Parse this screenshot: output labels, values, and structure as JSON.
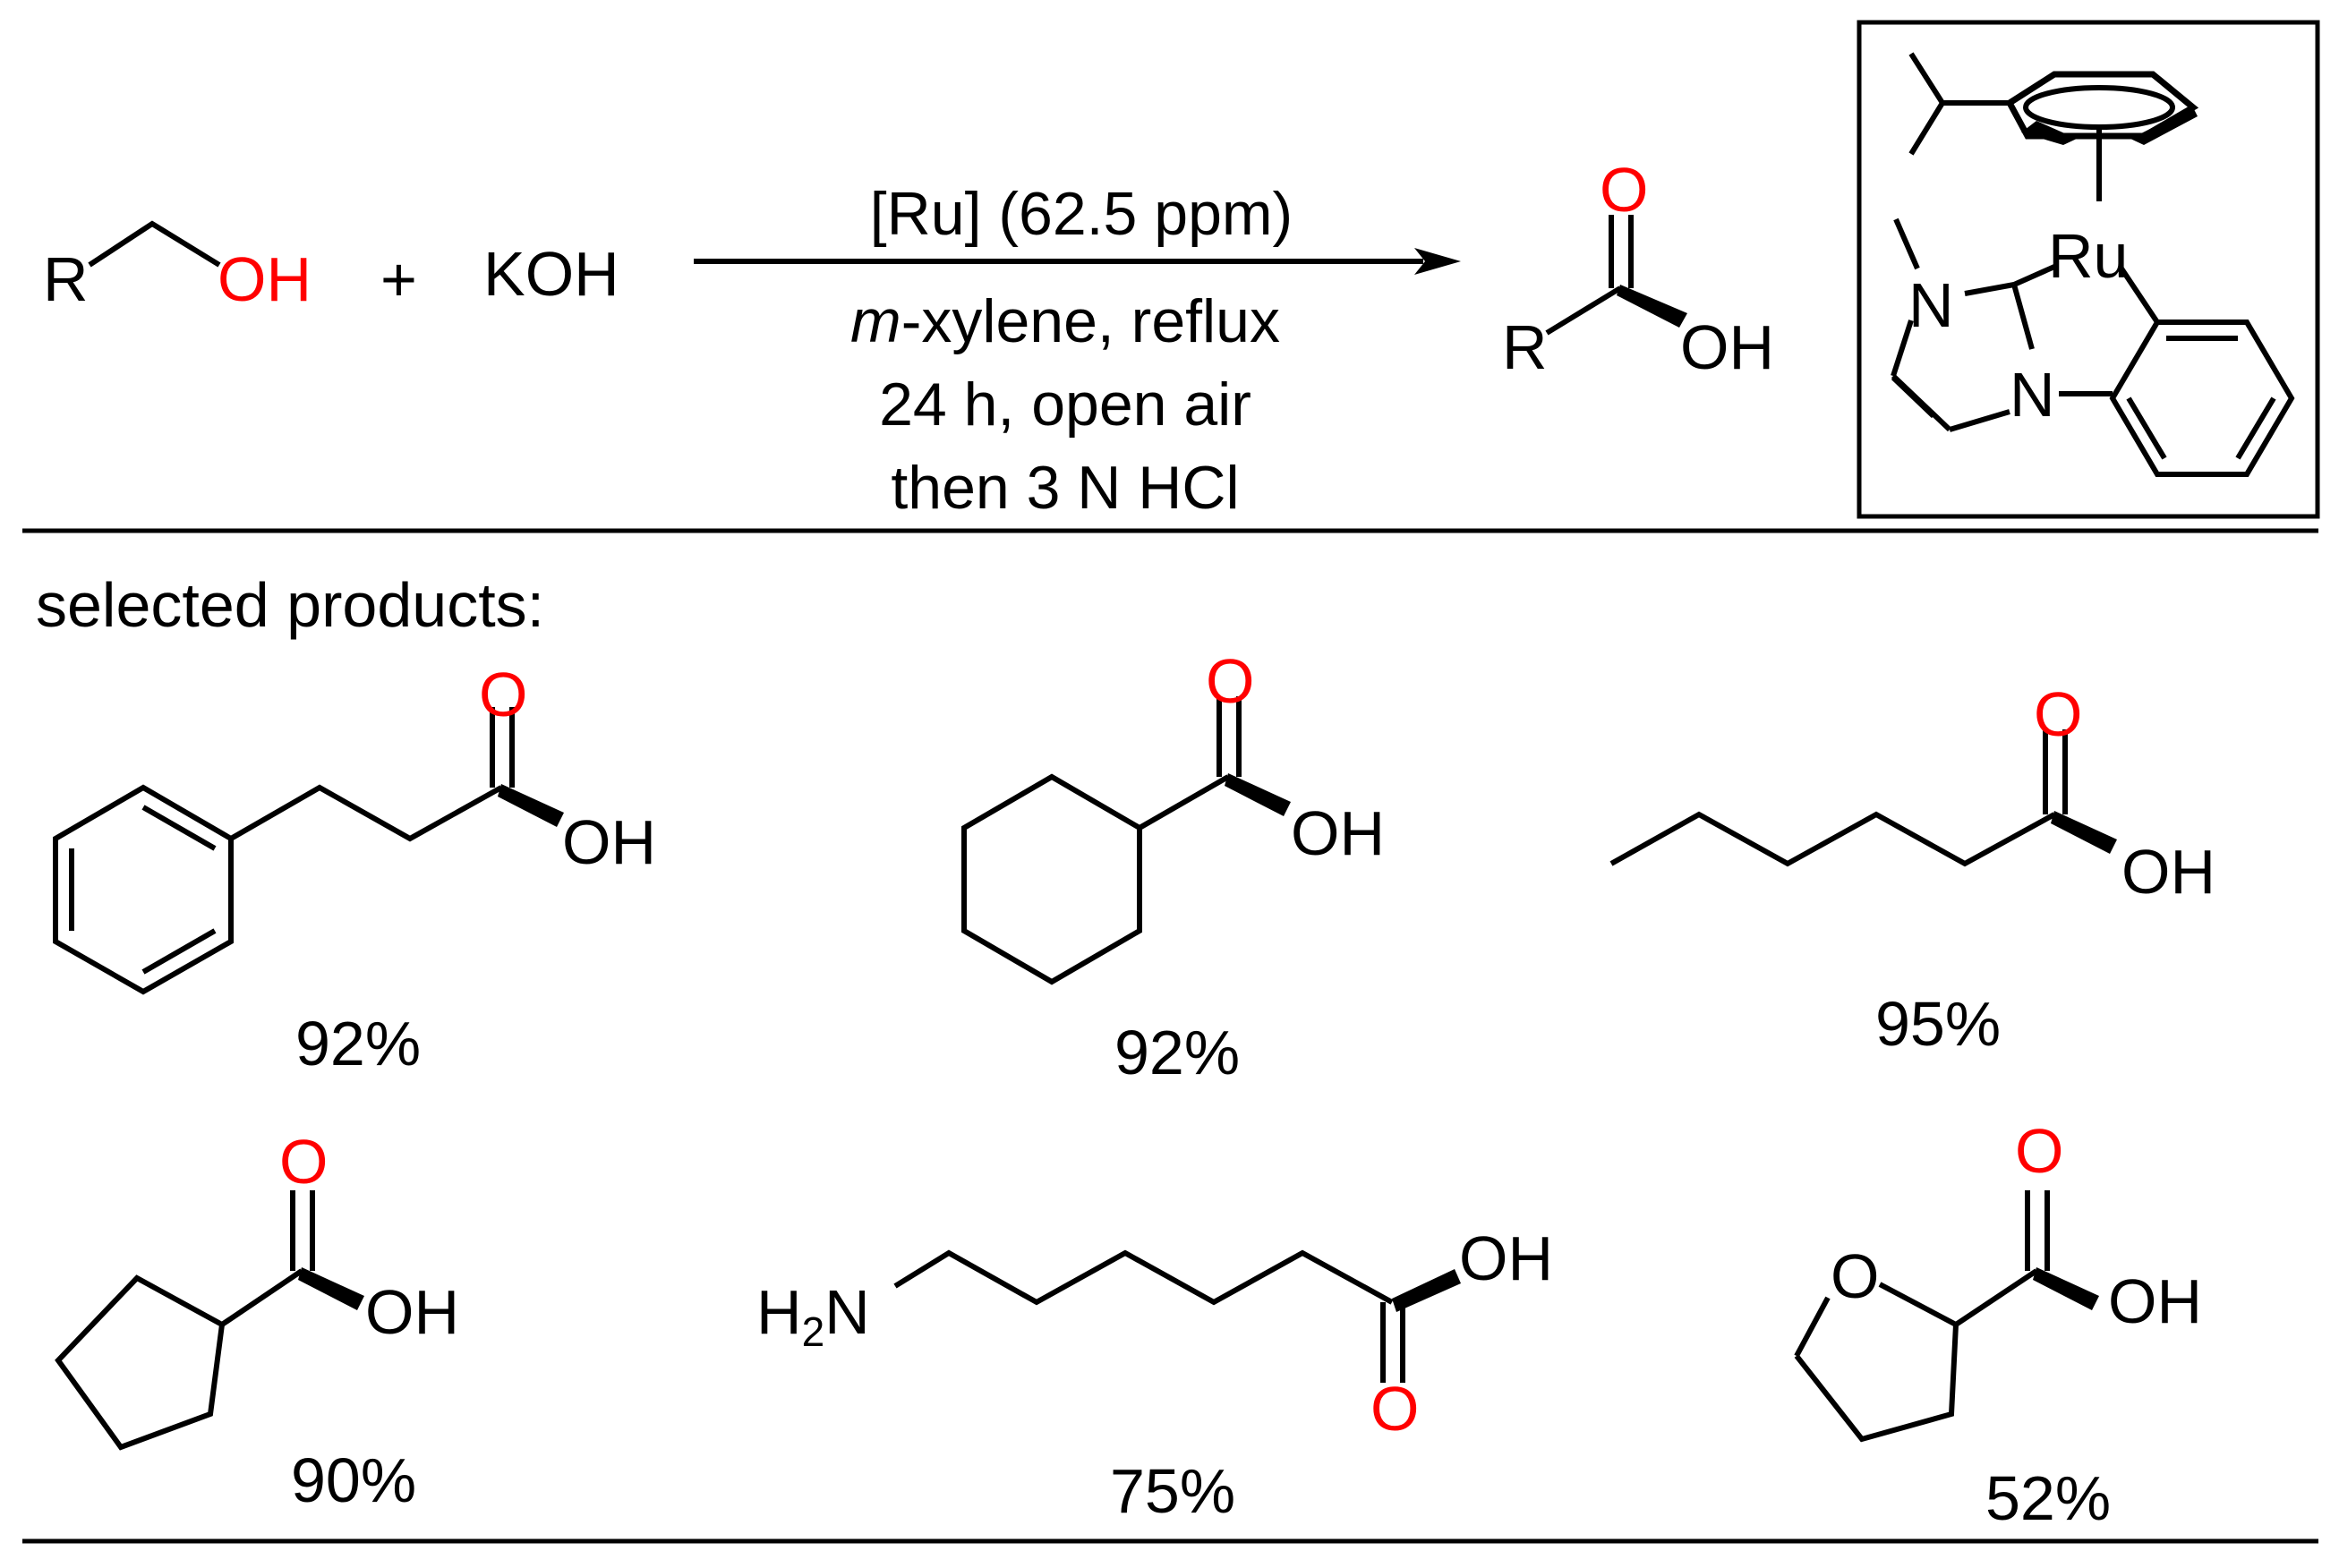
{
  "colors": {
    "heteroatom_red": "#ff0000",
    "ink": "#000000",
    "background": "#ffffff"
  },
  "reaction": {
    "reactant_r": "R",
    "reactant_oh": "OH",
    "plus": "+",
    "base": "KOH",
    "cond_catalyst": "[Ru] (62.5 ppm)",
    "cond_solvent_italic": "m",
    "cond_solvent_rest": "-xylene, reflux",
    "cond_time": "24 h, open air",
    "cond_workup": "then 3 N HCl",
    "product_r": "R",
    "product_o": "O",
    "product_oh": "OH"
  },
  "catalyst": {
    "metal": "Ru",
    "n1": "N",
    "n2": "N"
  },
  "section_title": "selected products:",
  "products": [
    {
      "o": "O",
      "oh": "OH",
      "yield": "92%"
    },
    {
      "o": "O",
      "oh": "OH",
      "yield": "92%"
    },
    {
      "o": "O",
      "oh": "OH",
      "yield": "95%"
    },
    {
      "o": "O",
      "oh": "OH",
      "yield": "90%"
    },
    {
      "h2n_h": "H",
      "h2n_sub": "2",
      "h2n_n": "N",
      "o": "O",
      "oh": "OH",
      "yield": "75%"
    },
    {
      "ring_o": "O",
      "o": "O",
      "oh": "OH",
      "yield": "52%"
    }
  ]
}
